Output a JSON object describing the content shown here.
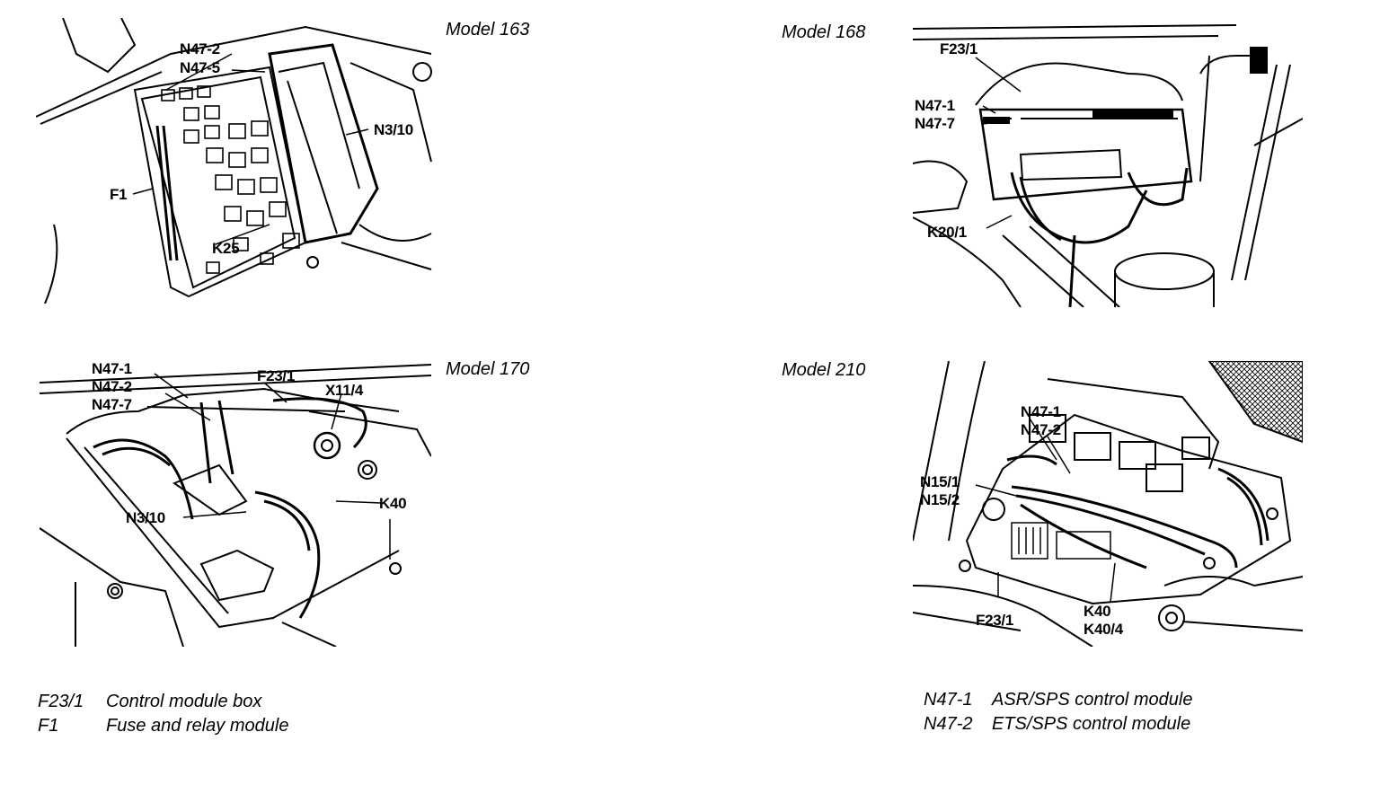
{
  "panels": [
    {
      "title": "Model 163",
      "callouts": [
        "N47-2",
        "N47-5",
        "N3/10",
        "F1",
        "K25"
      ]
    },
    {
      "title": "Model 168",
      "callouts": [
        "F23/1",
        "N47-1",
        "N47-7",
        "K20/1"
      ]
    },
    {
      "title": "Model 170",
      "callouts": [
        "N47-1",
        "N47-2",
        "N47-7",
        "F23/1",
        "X11/4",
        "N3/10",
        "K40"
      ]
    },
    {
      "title": "Model 210",
      "callouts": [
        "N47-1",
        "N47-2",
        "N15/1",
        "N15/2",
        "F23/1",
        "K40",
        "K40/4"
      ]
    }
  ],
  "legend_left": [
    {
      "code": "F23/1",
      "desc": "Control module box"
    },
    {
      "code": "F1",
      "desc": "Fuse and relay module"
    }
  ],
  "legend_right": [
    {
      "code": "N47-1",
      "desc": "ASR/SPS control module"
    },
    {
      "code": "N47-2",
      "desc": "ETS/SPS control module"
    }
  ]
}
